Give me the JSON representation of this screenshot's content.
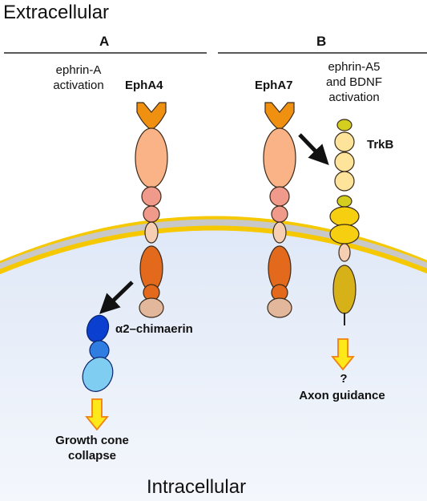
{
  "regions": {
    "top": "Extracellular",
    "bottom": "Intracellular"
  },
  "panels": [
    {
      "letter": "A",
      "note_lines": [
        "ephrin-A",
        "activation"
      ],
      "receptor": "EphA4",
      "partner": "α2–chimaerin",
      "outcome_lines": [
        "Growth cone",
        "collapse"
      ]
    },
    {
      "letter": "B",
      "note_lines": [
        "ephrin-A5",
        "and BDNF",
        "activation"
      ],
      "receptor": "EphA7",
      "partner": "TrkB",
      "question": "?",
      "outcome_lines": [
        "Axon guidance"
      ]
    }
  ],
  "colors": {
    "membrane_yellow": "#f5c800",
    "membrane_gray": "#c8c8c8",
    "ligand_binding": "#f09010",
    "eph_salmon": "#f9b387",
    "eph_pink": "#f09a8c",
    "eph_peach": "#f6cfb2",
    "eph_kinase": "#e36a1c",
    "eph_tail": "#e2b79c",
    "trkb_pale": "#fde49a",
    "trkb_yellow_green": "#d4cf1e",
    "trkb_yellow": "#f5cf10",
    "trkb_kinase": "#d6b218",
    "chimaerin_dark": "#0a3fcf",
    "chimaerin_mid": "#2f7de0",
    "chimaerin_light": "#7fcdf0",
    "arrow_fill": "#ffe81a",
    "arrow_stroke": "#f08010"
  }
}
